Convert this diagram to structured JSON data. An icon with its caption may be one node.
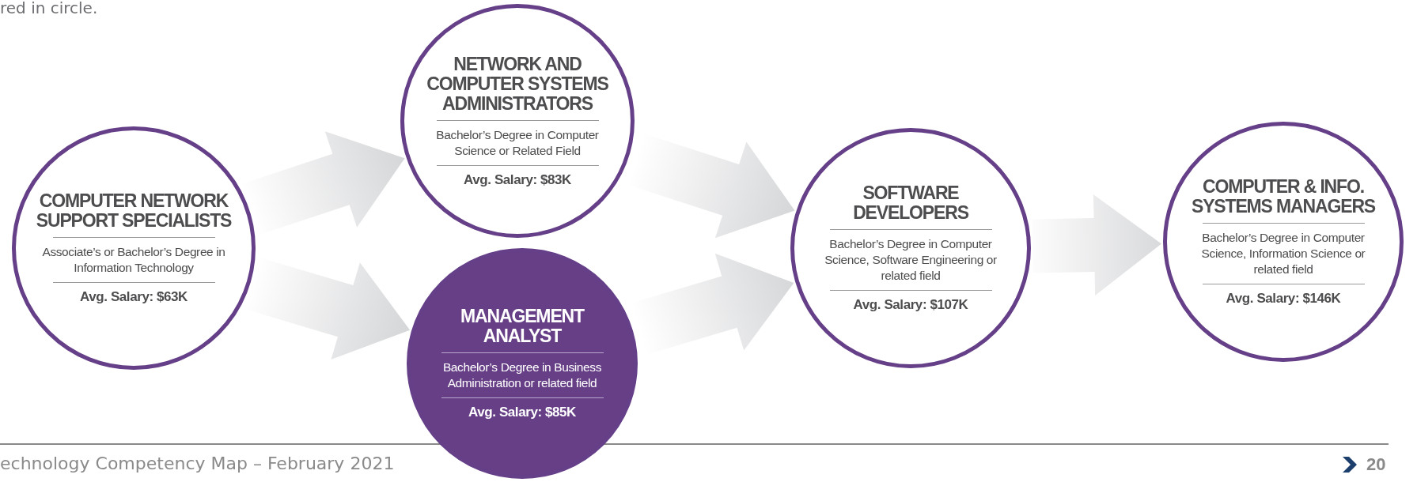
{
  "diagram": {
    "nodes": [
      {
        "text": [
          "COMPUTER NETWORK SUPPORT SPECIALISTS",
          "Associate’s or Bachelor’s Degree in Information Technology",
          "Avg. Salary: $63K"
        ]
      },
      {
        "text": [
          "NETWORK AND COMPUTER SYSTEMS ADMINISTRATORS",
          "Bachelor’s Degree in Computer Science or Related Field",
          "Avg. Salary: $83K"
        ]
      },
      {
        "text": [
          "SOFTWARE DEVELOPERS",
          "Bachelor’s Degree in Computer Science, Software Engineering or related field",
          "Avg. Salary: $107K"
        ]
      },
      {
        "text": [
          "COMPUTER & INFO. SYSTEMS MANAGERS",
          "Bachelor’s Degree in Computer Science, Information Science or related field",
          "Avg. Salary: $146K"
        ]
      },
      {
        "text": [
          "MANAGEMENT ANALYST",
          "Bachelor’s Degree in Business Administration or related field",
          "Avg. Salary: $85K"
        ]
      }
    ],
    "edges": [
      {
        "from": 0,
        "to": 1,
        "arrow": "to"
      },
      {
        "from": 0,
        "to": 4,
        "arrow": "to"
      },
      {
        "from": 1,
        "to": 2,
        "arrow": "to"
      },
      {
        "from": 4,
        "to": 2,
        "arrow": "to"
      },
      {
        "from": 2,
        "to": 3,
        "arrow": "to"
      }
    ],
    "labels": [
      "red in circle.",
      "echnology Competency Map – February 2021",
      "20"
    ]
  }
}
